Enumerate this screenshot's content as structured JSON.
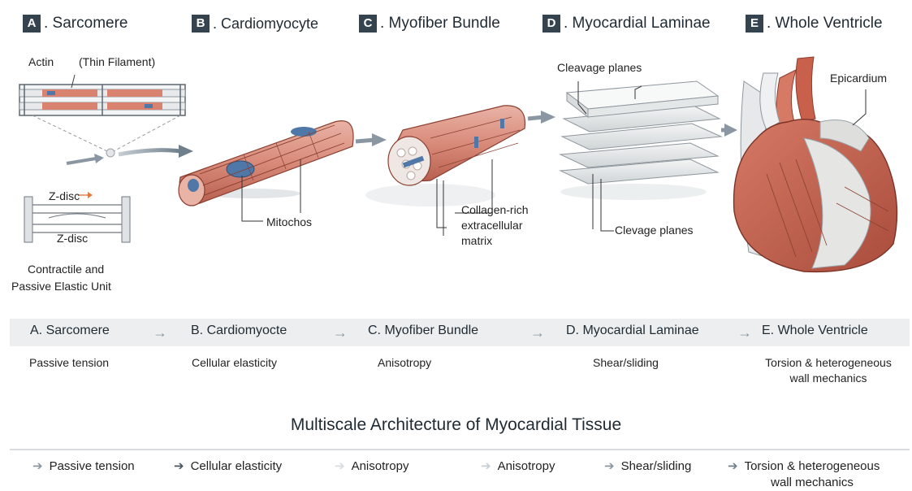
{
  "panels": [
    {
      "letter": "A",
      "title": ". Sarcomere"
    },
    {
      "letter": "B",
      "title": ". Cardiomyocyte"
    },
    {
      "letter": "C",
      "title": ". Myofiber Bundle"
    },
    {
      "letter": "D",
      "title": ". Myocardial Laminae"
    },
    {
      "letter": "E",
      "title": ". Whole Ventricle"
    }
  ],
  "sarcomere": {
    "actin": "Actin",
    "thin_filament": "(Thin Filament)",
    "zdisc_top": "Z-disc",
    "zdisc_bottom": "Z-disc",
    "caption_line1": "Contractile and",
    "caption_line2": "Passive Elastic Unit"
  },
  "cardiomyocyte": {
    "mitochos": "Mitochos"
  },
  "bundle": {
    "ecm_line1": "Collagen-rich",
    "ecm_line2": "extracellular",
    "ecm_line3": "matrix"
  },
  "laminae": {
    "cleavage_top": "Cleavage planes",
    "cleavage_bottom": "Clevage planes"
  },
  "ventricle": {
    "epicardium": "Epicardium"
  },
  "summary": {
    "stages": [
      "A. Sarcomere",
      "B. Cardiomyocte",
      "C. Myofiber Bundle",
      "D. Myocardial Laminae",
      "E. Whole Ventricle"
    ],
    "properties": [
      "Passive tension",
      "Cellular elasticity",
      "Anisotropy",
      "Shear/sliding",
      "Torsion & heterogeneous",
      "wall mechanics"
    ]
  },
  "main_title": "Multiscale Architecture of Myocardial Tissue",
  "flow": [
    {
      "text": "Passive tension",
      "text2": ""
    },
    {
      "text": "Cellular elasticity",
      "text2": ""
    },
    {
      "text": "Anisotropy",
      "text2": ""
    },
    {
      "text": "Anisotropy",
      "text2": ""
    },
    {
      "text": "Shear/sliding",
      "text2": ""
    },
    {
      "text": "Torsion & heterogeneous",
      "text2": "wall mechanics"
    }
  ],
  "colors": {
    "badge": "#35434f",
    "muscle": "#d98b7a",
    "muscle_dark": "#b8604f",
    "nucleus": "#4f78a8",
    "grey_arrow": "#8a97a3",
    "band": "#eceeef"
  }
}
